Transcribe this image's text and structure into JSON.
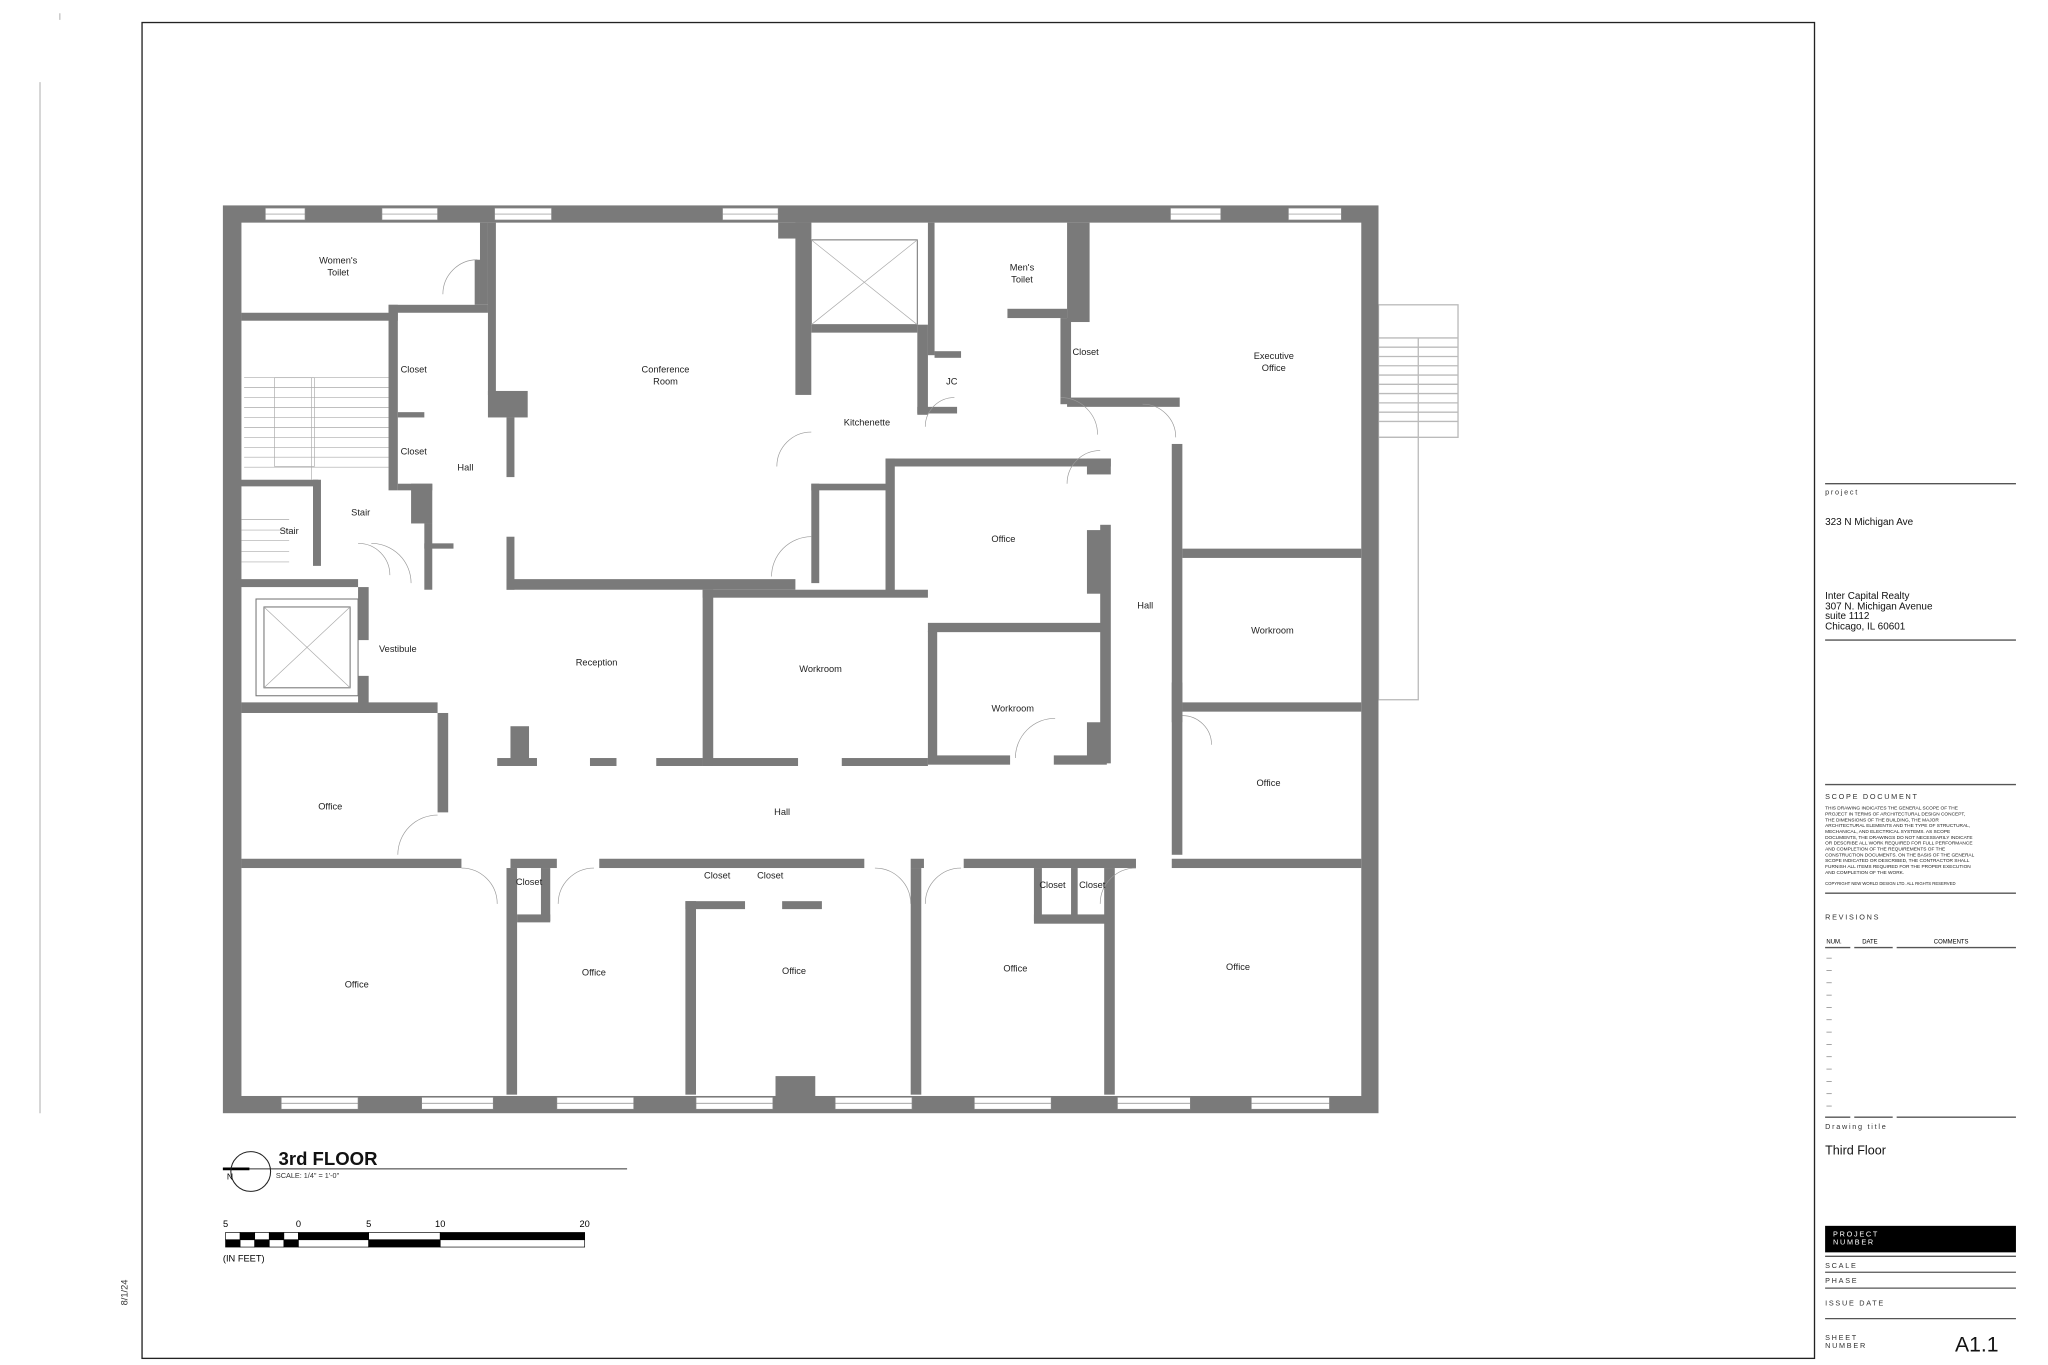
{
  "sheet": {
    "date_stamp": "8/1/24"
  },
  "rooms": {
    "womens_toilet": [
      "Women's",
      "Toilet"
    ],
    "closet": "Closet",
    "hall": "Hall",
    "stair": "Stair",
    "vestibule": "Vestibule",
    "conference": [
      "Conference",
      "Room"
    ],
    "reception": "Reception",
    "workroom": "Workroom",
    "kitchenette": "Kitchenette",
    "jc": "JC",
    "mens_toilet": [
      "Men's",
      "Toilet"
    ],
    "executive": [
      "Executive",
      "Office"
    ],
    "office": "Office"
  },
  "drawing": {
    "title": "3rd FLOOR",
    "scale_note": "SCALE: 1/4\" = 1'-0\"",
    "north": "N",
    "scale_bar": {
      "ticks": [
        "5",
        "0",
        "5",
        "10",
        "20"
      ],
      "unit": "(IN FEET)"
    }
  },
  "title_block": {
    "project_label": "project",
    "project_name": "323 N Michigan Ave",
    "client": [
      "Inter Capital Realty",
      "307 N. Michigan Avenue",
      "suite 1112",
      "Chicago, IL 60601"
    ],
    "scope_title": "SCOPE DOCUMENT",
    "scope_text": [
      "THIS DRAWING INDICATES THE GENERAL SCOPE OF THE",
      "PROJECT IN TERMS OF ARCHITECTURAL DESIGN CONCEPT,",
      "THE DIMENSIONS OF THE BUILDING, THE MAJOR",
      "ARCHITECTURAL ELEMENTS AND THE TYPE OF STRUCTURAL,",
      "MECHANICAL, AND ELECTRICAL SYSTEMS.  AS SCOPE",
      "DOCUMENTS, THE DRAWINGS DO NOT NECESSARILY INDICATE",
      "OR DESCRIBE ALL WORK REQUIRED FOR FULL PERFORMANCE",
      "AND COMPLETION OF THE REQUIREMENTS OF THE",
      "CONSTRUCTION DOCUMENTS.  ON THE BASIS OF THE GENERAL",
      "SCOPE INDICATED OR DESCRIBED, THE CONTRACTOR SHALL",
      "FURNISH ALL ITEMS REQUIRED FOR THE PROPER EXECUTION",
      "AND COMPLETION OF THE WORK."
    ],
    "copyright": "COPYRIGHT NEW WORLD DESIGN LTD. ALL RIGHTS RESERVED",
    "revisions_label": "REVISIONS",
    "revision_headers": [
      "NUM.",
      "DATE",
      "COMMENTS"
    ],
    "drawing_title_label": "Drawing title",
    "drawing_title": "Third Floor",
    "project_number_label": [
      "PROJECT",
      "NUMBER"
    ],
    "scale_label": "SCALE",
    "phase_label": "PHASE",
    "issue_date_label": "ISSUE DATE",
    "sheet_number_label": [
      "SHEET",
      "NUMBER"
    ],
    "sheet_number": "A1.1"
  },
  "colors": {
    "wall": "#7a7a7a",
    "ink": "#111111"
  }
}
